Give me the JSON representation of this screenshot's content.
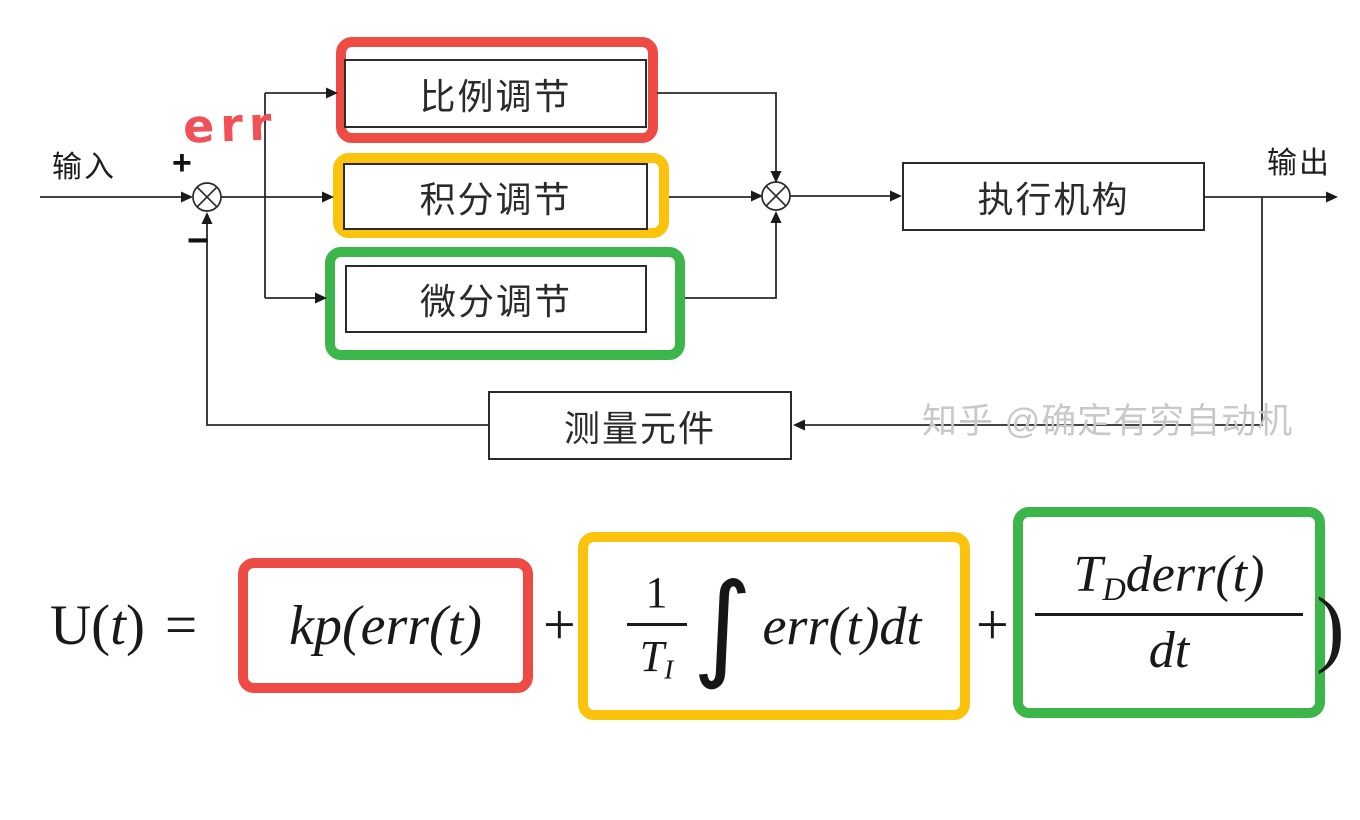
{
  "colors": {
    "red": "#ee4b45",
    "yellow": "#fcc30c",
    "green": "#3cb54a",
    "err": "#f15156",
    "watermark": "#c8c8c8",
    "ink": "#222222"
  },
  "diagram": {
    "input_label": "输入",
    "output_label": "输出",
    "plus": "+",
    "minus": "−",
    "err": "err",
    "proportional": "比例调节",
    "integral": "积分调节",
    "derivative": "微分调节",
    "actuator": "执行机构",
    "sensor": "测量元件",
    "watermark": "知乎 @确定有穷自动机"
  },
  "formula": {
    "lhs_u": "U(",
    "lhs_t": "t",
    "lhs_close": ")",
    "equals": "=",
    "p_term": "kp(err(t)",
    "plus_1": "+",
    "i_num": "1",
    "i_den_base": "T",
    "i_den_sub": "I",
    "integral_sign": "∫",
    "i_rest": "err(t)dt",
    "plus_2": "+",
    "d_num_base": "T",
    "d_num_sub": "D",
    "d_num_rest": "derr(t)",
    "d_den": "dt",
    "closing_paren": ")"
  }
}
